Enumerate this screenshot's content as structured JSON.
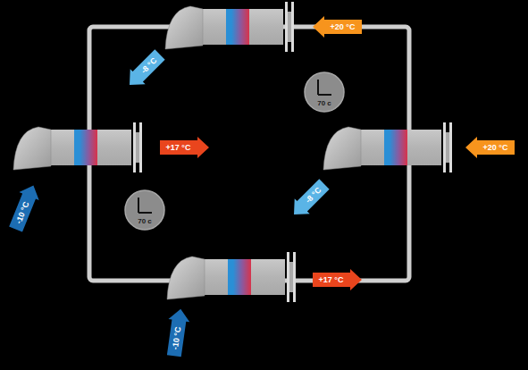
{
  "diagram": {
    "nodes": [
      {
        "text": [
          "+20 °C"
        ]
      },
      {
        "text": [
          "-8 °C"
        ]
      },
      {
        "text": [
          "70 c"
        ]
      },
      {
        "text": [
          "+17 °C"
        ]
      },
      {
        "text": [
          "+20 °C"
        ]
      },
      {
        "text": [
          "-8 °C"
        ]
      },
      {
        "text": [
          "70 c"
        ]
      },
      {
        "text": [
          "-10 °C"
        ]
      },
      {
        "text": [
          "+17 °C"
        ]
      },
      {
        "text": [
          "-10 °C"
        ]
      }
    ]
  }
}
